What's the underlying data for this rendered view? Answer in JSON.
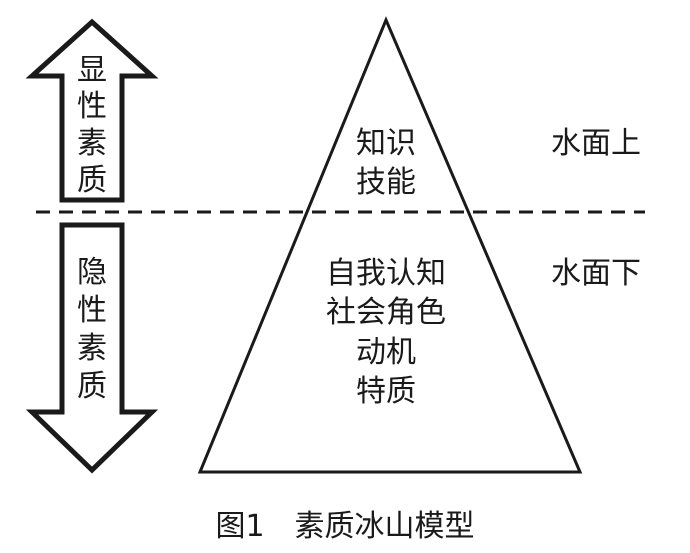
{
  "above": {
    "arrow_label": [
      "显",
      "性",
      "素",
      "质"
    ],
    "tip_lines": [
      "知识",
      "技能"
    ],
    "side_label": "水面上"
  },
  "below": {
    "arrow_label": [
      "隐",
      "性",
      "素",
      "质"
    ],
    "base_lines": [
      "自我认知",
      "社会角色",
      "动机",
      "特质"
    ],
    "side_label": "水面下"
  },
  "caption": "图1　素质冰山模型",
  "colors": {
    "stroke": "#1a1a1a",
    "background": "#ffffff"
  }
}
